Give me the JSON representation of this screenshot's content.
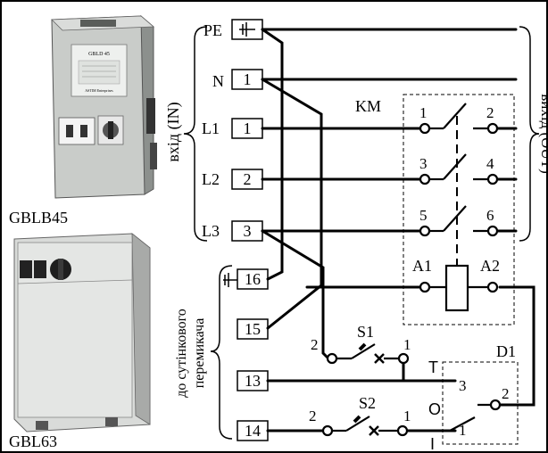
{
  "products": {
    "top_label": "GBLB45",
    "bottom_label": "GBL63",
    "device_screen_text": "GBLD 45",
    "device_brand_text": "ASTIM Enterprises"
  },
  "groups": {
    "input_label": "вхід (IN)",
    "output_label": "вихід (OUT)",
    "switch_label": "до сутінкового перемикача"
  },
  "terminal_labels": {
    "pe": "PE",
    "n": "N",
    "l1": "L1",
    "l2": "L2",
    "l3": "L3"
  },
  "terminals": [
    "1",
    "1",
    "2",
    "3",
    "16",
    "15",
    "13",
    "14"
  ],
  "contactor": {
    "label": "KM",
    "contact_numbers": [
      "1",
      "2",
      "3",
      "4",
      "5",
      "6"
    ],
    "coil_labels": [
      "A1",
      "A2"
    ]
  },
  "switches": {
    "s1": {
      "label": "S1",
      "left": "2",
      "right": "1"
    },
    "s2": {
      "label": "S2",
      "left": "2",
      "right": "1"
    }
  },
  "d1": {
    "label": "D1",
    "t_mark": "T",
    "o_mark": "O",
    "i_mark": "I",
    "pin3": "3",
    "pin2": "2",
    "pin1": "1"
  }
}
